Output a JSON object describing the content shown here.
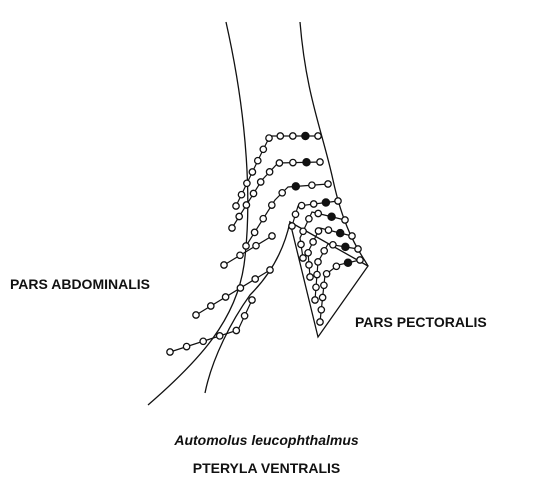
{
  "labels": {
    "pars_abdominalis": "PARS ABDOMINALIS",
    "pars_pectoralis": "PARS PECTORALIS",
    "species": "Automolus leucophthalmus",
    "pteryla": "PTERYLA VENTRALIS"
  },
  "colors": {
    "ink": "#111111",
    "background": "#ffffff"
  }
}
